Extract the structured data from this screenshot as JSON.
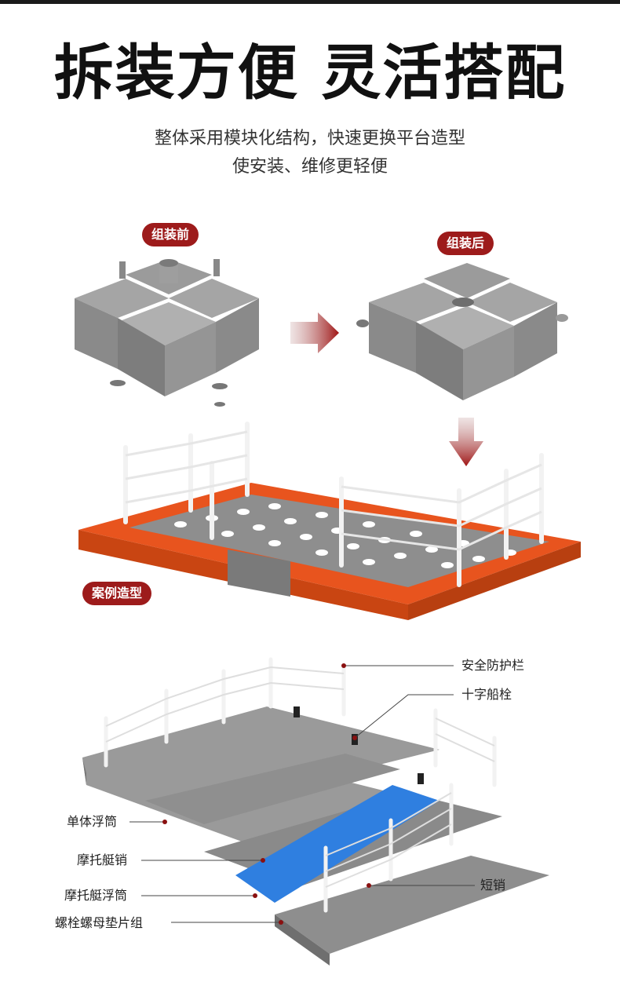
{
  "header": {
    "title": "拆装方便 灵活搭配",
    "subtitle_line1": "整体采用模块化结构，快速更换平台造型",
    "subtitle_line2": "使安装、维修更轻便"
  },
  "labels": {
    "before": "组装前",
    "after": "组装后",
    "case": "案例造型"
  },
  "diagram_labels": {
    "railing": "安全防护栏",
    "cross_bollard": "十字船栓",
    "single_float": "单体浮筒",
    "moto_pin": "摩托艇销",
    "moto_float": "摩托艇浮筒",
    "bolt_set": "螺栓螺母垫片组",
    "short_pin": "短销"
  },
  "colors": {
    "accent_red": "#9d1b1b",
    "float_gray": "#8e8e8e",
    "float_orange": "#e8541e",
    "float_blue": "#2f7fe0"
  }
}
